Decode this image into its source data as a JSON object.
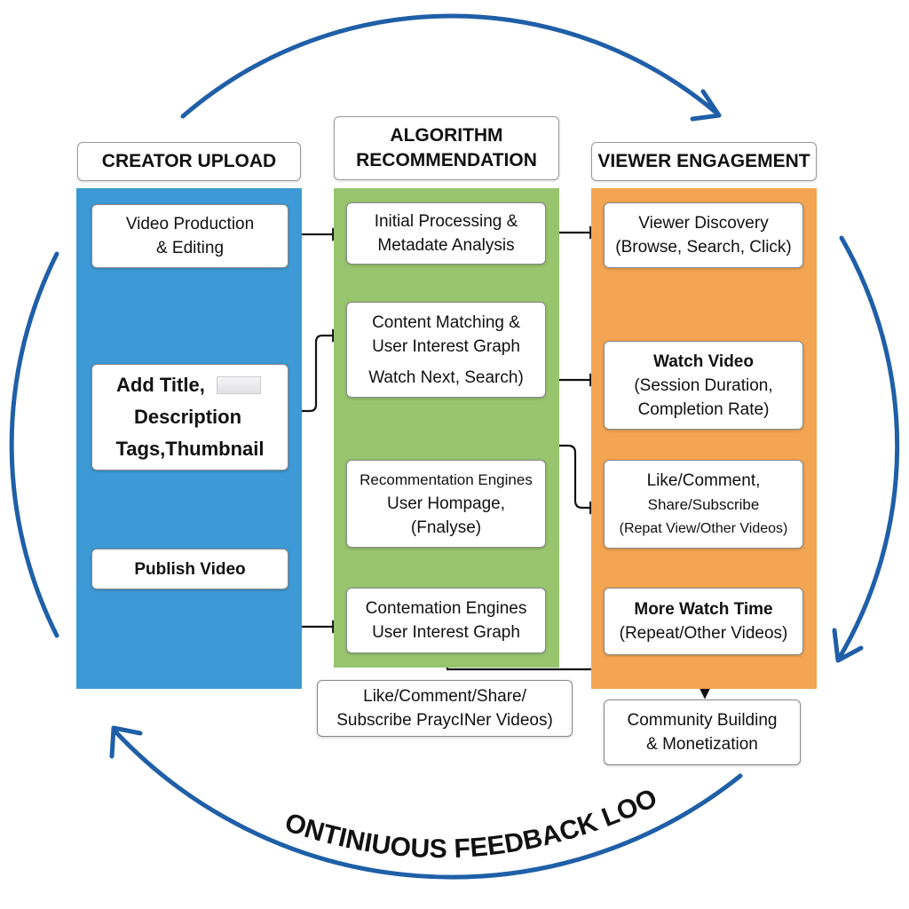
{
  "headers": {
    "creator": "CREATOR UPLOAD",
    "algorithm": "ALGORITHM\nRECOMMENDATION",
    "viewer": "VIEWER ENGAGEMENT"
  },
  "creator": {
    "production": [
      "Video Production",
      "& Editing"
    ],
    "add_title": [
      "Add Title,",
      "Description",
      "Tags,Thumbnail"
    ],
    "add_title_tag": "",
    "publish": "Publish Video"
  },
  "algorithm": {
    "initial": [
      "Initial Processing &",
      "Metadate Analysis"
    ],
    "content_matching": [
      "Content Matching &",
      "User Interest Graph",
      "Watch Next, Search)"
    ],
    "rec_engines": [
      "Recommentation Engines",
      "User Hompage,",
      "(Fnalyse)"
    ],
    "contemation": [
      "Contemation Engines",
      "User Interest Graph"
    ],
    "like_share": [
      "Like/Comment/Share/",
      "Subscribe PraycINer Videos)"
    ]
  },
  "viewer": {
    "discovery": [
      "Viewer Discovery",
      "(Browse, Search, Click)"
    ],
    "watch": [
      "Watch Video",
      "(Session Duration,",
      "Completion Rate)"
    ],
    "like": [
      "Like/Comment,",
      "Share/Subscribe",
      "(Repat View/Other Videos)"
    ],
    "more_watch": [
      "More Watch Time",
      "(Repeat/Other Videos)"
    ],
    "community": [
      "Community Building",
      "& Monetization"
    ]
  },
  "loop_label": "CONTINIUOUS FEEDBACK LOOP",
  "colors": {
    "creator_lane": "#3d9ad6",
    "algorithm_lane": "#98c46e",
    "viewer_lane": "#f4a552",
    "loop_arrow": "#1f5fa8",
    "connector": "#111111"
  }
}
